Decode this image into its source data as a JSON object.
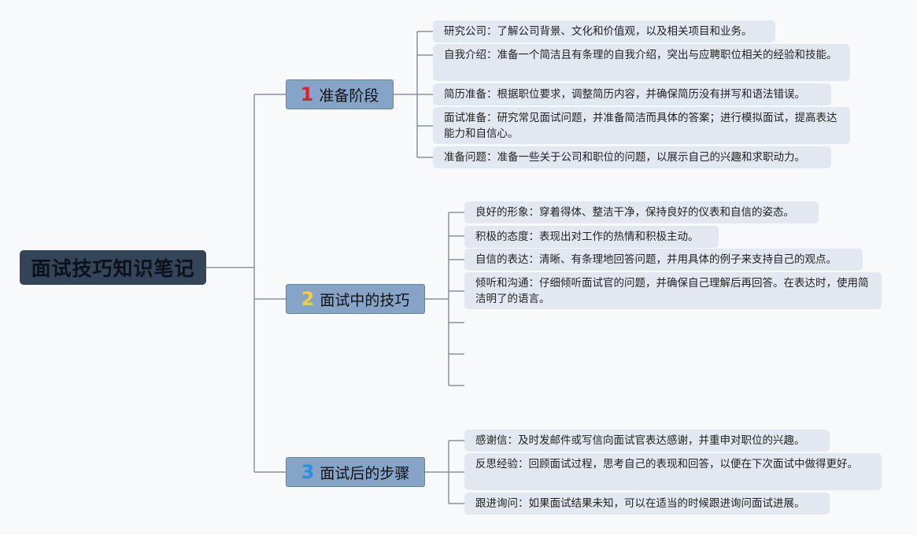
{
  "root": {
    "title": "面试技巧知识笔记"
  },
  "branches": [
    {
      "number": "1",
      "number_color": "#e0202a",
      "label": "准备阶段",
      "leaves": [
        "研究公司：了解公司背景、文化和价值观，以及相关项目和业务。",
        "自我介绍：准备一个简洁且有条理的自我介绍，突出与应聘职位相关的经验和技能。",
        "简历准备：根据职位要求，调整简历内容，并确保简历没有拼写和语法错误。",
        "面试准备：研究常见面试问题，并准备简洁而具体的答案；进行模拟面试，提高表达能力和自信心。",
        "准备问题：准备一些关于公司和职位的问题，以展示自己的兴趣和求职动力。"
      ]
    },
    {
      "number": "2",
      "number_color": "#f2d23c",
      "label": "面试中的技巧",
      "leaves": [
        "良好的形象：穿着得体、整洁干净，保持良好的仪表和自信的姿态。",
        "积极的态度：表现出对工作的热情和积极主动。",
        "自信的表达：清晰、有条理地回答问题，并用具体的例子来支持自己的观点。",
        "倾听和沟通：仔细倾听面试官的问题，并确保自己理解后再回答。在表达时，使用简洁明了的语言。"
      ]
    },
    {
      "number": "3",
      "number_color": "#2a8fe0",
      "label": "面试后的步骤",
      "leaves": [
        "感谢信：及时发邮件或写信向面试官表达感谢，并重申对职位的兴趣。",
        "反思经验：回顾面试过程，思考自己的表现和回答，以便在下次面试中做得更好。",
        "跟进询问：如果面试结果未知，可以在适当的时候跟进询问面试进展。"
      ]
    }
  ]
}
